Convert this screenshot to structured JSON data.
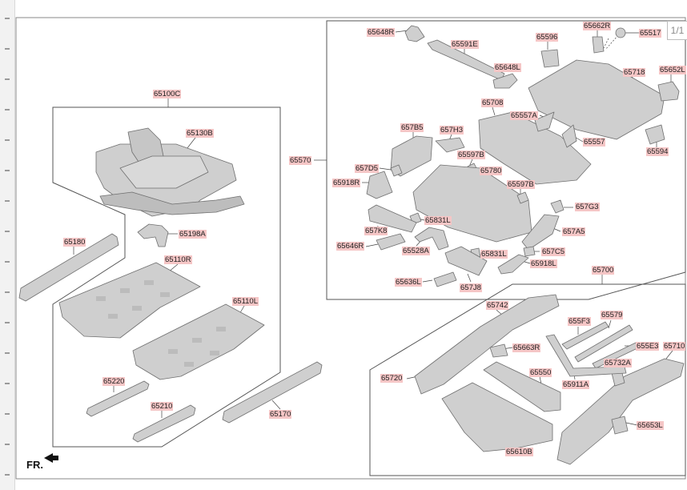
{
  "page_indicator": "1/1",
  "direction_label": "FR.",
  "colors": {
    "label_bg": "#f5c6c6",
    "part_fill": "#cfcfcf",
    "part_stroke": "#6f6f6f",
    "frame": "#555555"
  },
  "parts": [
    {
      "id": "p65100C",
      "code": "65100C"
    },
    {
      "id": "p65130B",
      "code": "65130B"
    },
    {
      "id": "p65198A",
      "code": "65198A"
    },
    {
      "id": "p65180",
      "code": "65180"
    },
    {
      "id": "p65110R",
      "code": "65110R"
    },
    {
      "id": "p65110L",
      "code": "65110L"
    },
    {
      "id": "p65220",
      "code": "65220"
    },
    {
      "id": "p65210",
      "code": "65210"
    },
    {
      "id": "p65170",
      "code": "65170"
    },
    {
      "id": "p65570",
      "code": "65570"
    },
    {
      "id": "p65648R",
      "code": "65648R"
    },
    {
      "id": "p65591E",
      "code": "65591E"
    },
    {
      "id": "p65648L",
      "code": "65648L"
    },
    {
      "id": "p65596",
      "code": "65596"
    },
    {
      "id": "p65662R",
      "code": "65662R"
    },
    {
      "id": "p65517",
      "code": "65517"
    },
    {
      "id": "p65718",
      "code": "65718"
    },
    {
      "id": "p65652L",
      "code": "65652L"
    },
    {
      "id": "p65708",
      "code": "65708"
    },
    {
      "id": "p65557A",
      "code": "65557A"
    },
    {
      "id": "p65557",
      "code": "65557"
    },
    {
      "id": "p65594",
      "code": "65594"
    },
    {
      "id": "p657B5",
      "code": "657B5"
    },
    {
      "id": "p657H3",
      "code": "657H3"
    },
    {
      "id": "p65597B",
      "code": "65597B"
    },
    {
      "id": "p657D5",
      "code": "657D5"
    },
    {
      "id": "p65780",
      "code": "65780"
    },
    {
      "id": "p65918R",
      "code": "65918R"
    },
    {
      "id": "p65597B_2",
      "code": "65597B"
    },
    {
      "id": "p657G3",
      "code": "657G3"
    },
    {
      "id": "p65831L",
      "code": "65831L"
    },
    {
      "id": "p657K8",
      "code": "657K8"
    },
    {
      "id": "p657A5",
      "code": "657A5"
    },
    {
      "id": "p65646R",
      "code": "65646R"
    },
    {
      "id": "p65528A",
      "code": "65528A"
    },
    {
      "id": "p65831L_2",
      "code": "65831L"
    },
    {
      "id": "p657C5",
      "code": "657C5"
    },
    {
      "id": "p65918L",
      "code": "65918L"
    },
    {
      "id": "p65636L",
      "code": "65636L"
    },
    {
      "id": "p657J8",
      "code": "657J8"
    },
    {
      "id": "p65700",
      "code": "65700"
    },
    {
      "id": "p65742",
      "code": "65742"
    },
    {
      "id": "p655F3",
      "code": "655F3"
    },
    {
      "id": "p65579",
      "code": "65579"
    },
    {
      "id": "p65663R",
      "code": "65663R"
    },
    {
      "id": "p655E3",
      "code": "655E3"
    },
    {
      "id": "p65710",
      "code": "65710"
    },
    {
      "id": "p65732A",
      "code": "65732A"
    },
    {
      "id": "p65720",
      "code": "65720"
    },
    {
      "id": "p65550",
      "code": "65550"
    },
    {
      "id": "p65911A",
      "code": "65911A"
    },
    {
      "id": "p65653L",
      "code": "65653L"
    },
    {
      "id": "p65610B",
      "code": "65610B"
    }
  ]
}
